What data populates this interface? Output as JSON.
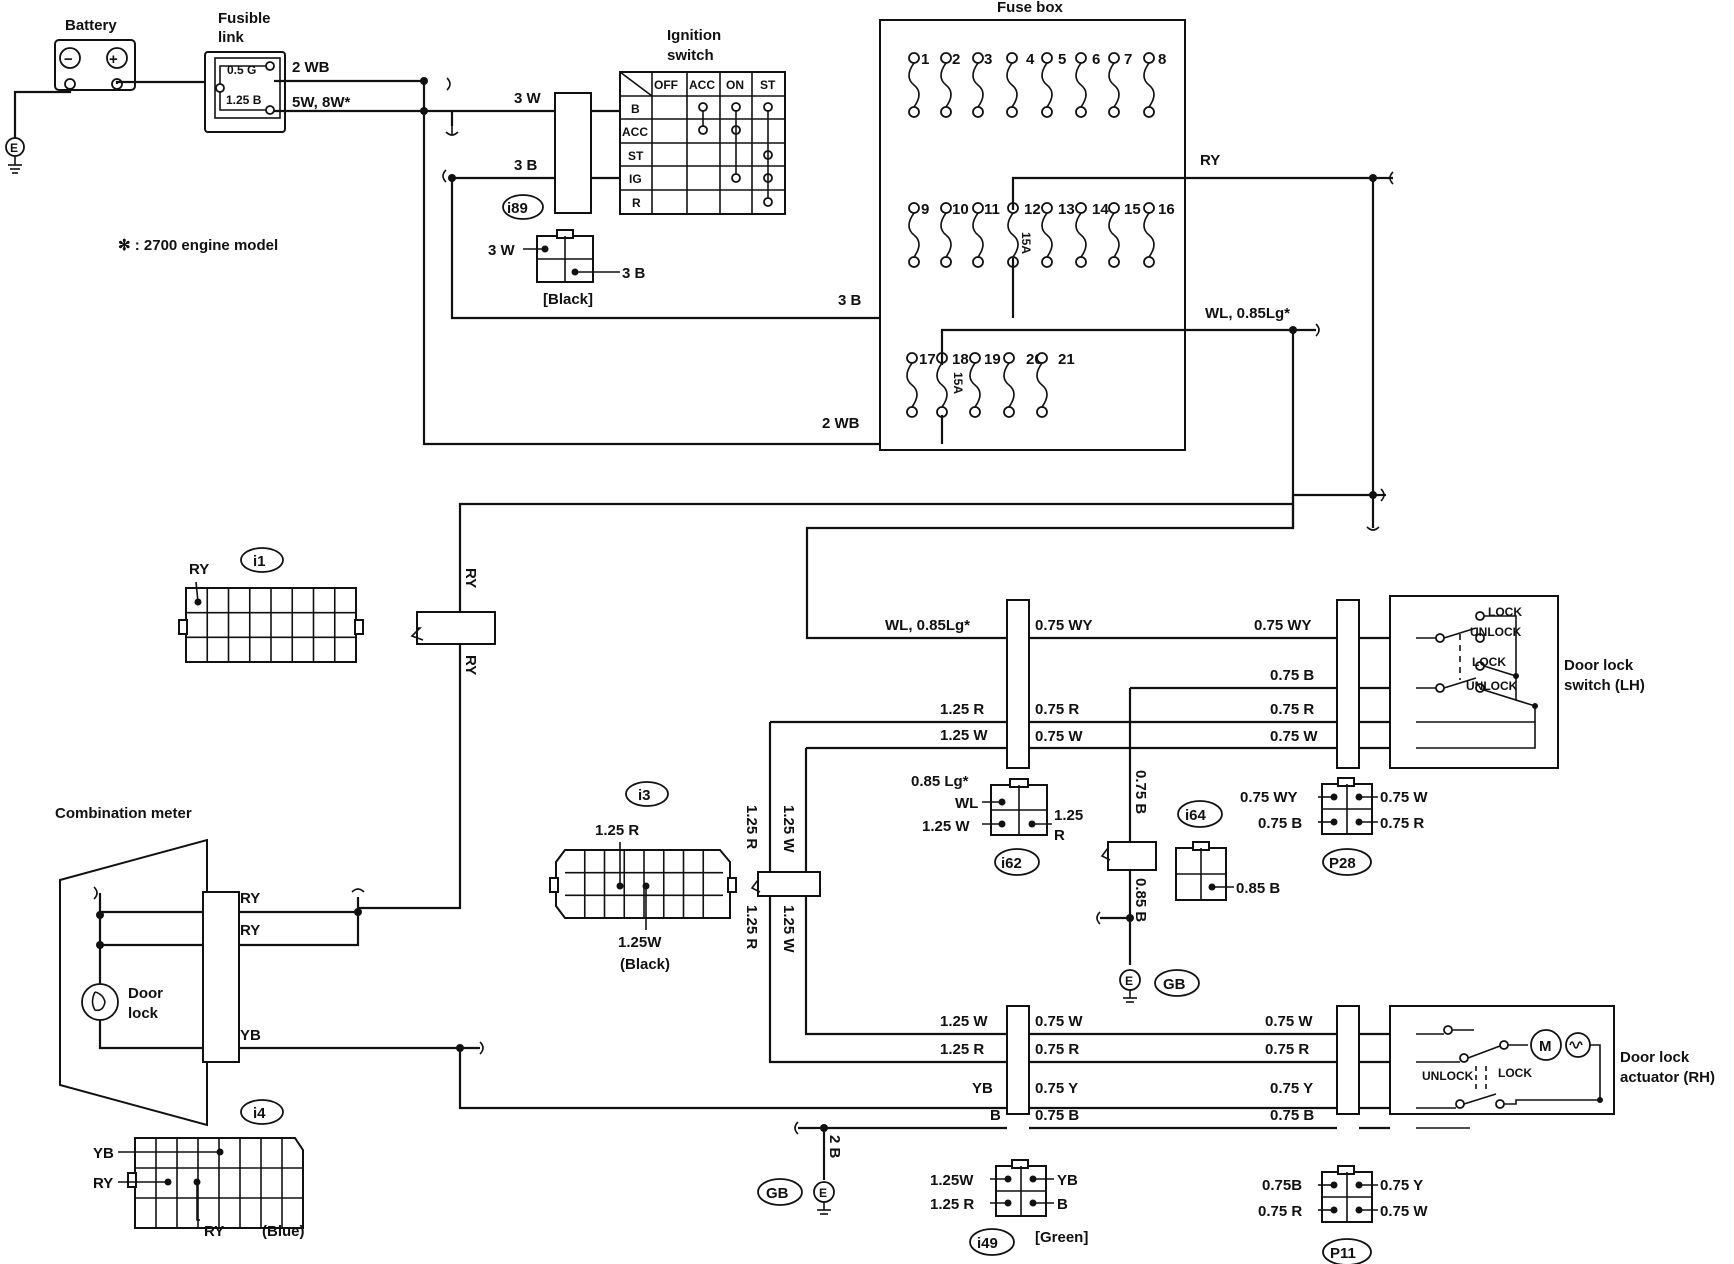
{
  "battery": {
    "label": "Battery",
    "minus": "−",
    "plus": "+"
  },
  "fusible_link": {
    "label1": "Fusible",
    "label2": "link",
    "g_rating": "0.5 G",
    "b_rating": "1.25 B"
  },
  "ground_symbol": "E",
  "wires": {
    "w_2wb_top": "2 WB",
    "w_5w": "5W, 8W*",
    "w_3w": "3 W",
    "w_3b": "3 B",
    "w_3b_lower": "3 B",
    "w_2wb_lower": "2 WB",
    "w_ry_top": "RY",
    "w_wl_top": "WL, 0.85Lg*",
    "w_ry_v1": "RY",
    "w_ry_v2": "RY"
  },
  "note": "✻ :  2700 engine model",
  "ignition": {
    "title1": "Ignition",
    "title2": "switch",
    "cols": [
      "OFF",
      "ACC",
      "ON",
      "ST"
    ],
    "rows": [
      "B",
      "ACC",
      "ST",
      "IG",
      "R"
    ]
  },
  "fuse_box": {
    "title": "Fuse box",
    "row1": [
      "1",
      "2",
      "3",
      "4",
      "5",
      "6",
      "7",
      "8"
    ],
    "row2": [
      "9",
      "10",
      "11",
      "12",
      "13",
      "14",
      "15",
      "16"
    ],
    "row3": [
      "17",
      "18",
      "19",
      "20",
      "21"
    ],
    "fuse_rating": "15A"
  },
  "conn_i89": {
    "name": "i89",
    "pin1": "3 W",
    "pin2": "3 B",
    "color": "[Black]"
  },
  "conn_i1": {
    "name": "i1",
    "pin": "RY"
  },
  "combination_meter": {
    "title": "Combination meter",
    "lamp1": "Door",
    "lamp2": "lock",
    "w1": "RY",
    "w2": "RY",
    "w3": "YB"
  },
  "conn_i4": {
    "name": "i4",
    "pin_yb": "YB",
    "pin_ry": "RY",
    "pin_ry2": "RY",
    "color": "(Blue)"
  },
  "conn_i3": {
    "name": "i3",
    "pin1": "1.25 R",
    "pin2": "1.25W",
    "color": "(Black)"
  },
  "conn_i62": {
    "name": "i62",
    "p1": "0.85 Lg*",
    "p2": "WL",
    "p3": "1.25 W",
    "p4": "1.25",
    "p5": "R"
  },
  "conn_i64": {
    "name": "i64",
    "pin": "0.85 B"
  },
  "conn_p28": {
    "name": "P28",
    "l1": "0.75 WY",
    "l2": "0.75 B",
    "r1": "0.75 W",
    "r2": "0.75 R"
  },
  "conn_i49": {
    "name": "i49",
    "l1": "1.25W",
    "l2": "1.25 R",
    "r1": "YB",
    "r2": "B",
    "color": "[Green]"
  },
  "conn_p11": {
    "name": "P11",
    "l1": "0.75B",
    "l2": "0.75 R",
    "r1": "0.75 Y",
    "r2": "0.75 W"
  },
  "ground_gb": "GB",
  "mid_wires": {
    "wl": "WL, 0.85Lg*",
    "a_wy": "0.75 WY",
    "b_wy": "0.75 WY",
    "b_b": "0.75 B",
    "l_r": "1.25 R",
    "a_r": "0.75 R",
    "b_r": "0.75 R",
    "l_w": "1.25 W",
    "a_w": "0.75 W",
    "b_w": "0.75 W",
    "v_075b": "0.75 B",
    "v_085b": "0.85 B",
    "v_125r_a": "1.25 R",
    "v_125w_a": "1.25 W",
    "v_125r_b": "1.25 R",
    "v_125w_b": "1.25 W",
    "low_125w": "1.25 W",
    "low_075w_a": "0.75 W",
    "low_075w_b": "0.75 W",
    "low_125r": "1.25 R",
    "low_075r_a": "0.75 R",
    "low_075r_b": "0.75 R",
    "low_yb": "YB",
    "low_075y_a": "0.75 Y",
    "low_075y_b": "0.75 Y",
    "low_b": "B",
    "low_075b_a": "0.75 B",
    "low_075b_b": "0.75 B",
    "v_2b": "2 B"
  },
  "door_lock_switch": {
    "title1": "Door lock",
    "title2": "switch (LH)",
    "lock": "LOCK",
    "unlock": "UNLOCK"
  },
  "door_lock_actuator": {
    "title1": "Door lock",
    "title2": "actuator (RH)",
    "lock": "LOCK",
    "unlock": "UNLOCK",
    "motor": "M"
  }
}
